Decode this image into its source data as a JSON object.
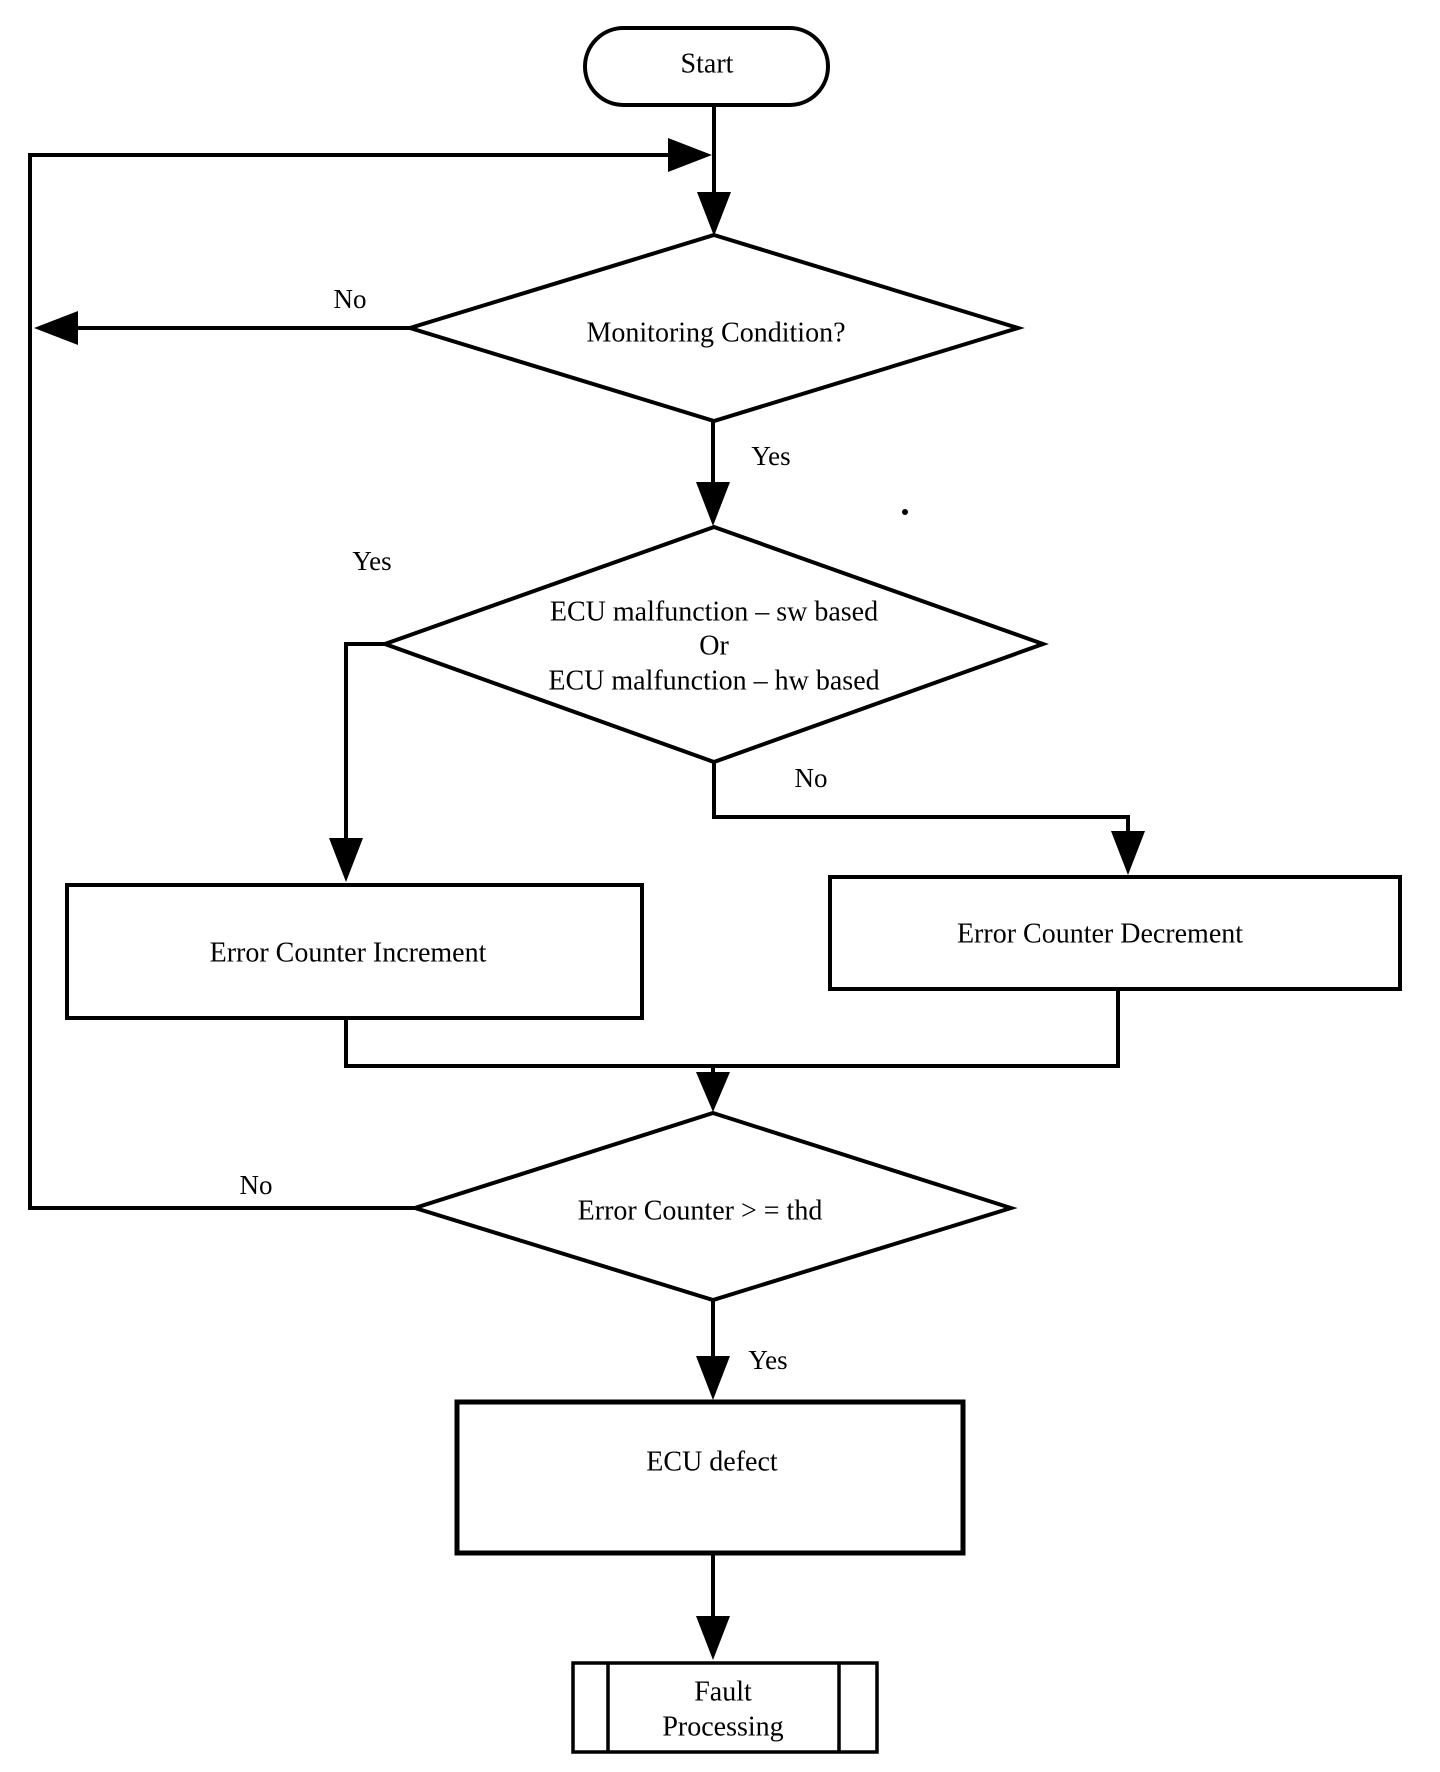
{
  "canvas": {
    "background": "#ffffff",
    "line_color": "#000000"
  },
  "nodes": {
    "start": {
      "type": "terminator",
      "label": "Start"
    },
    "monitoring_condition": {
      "type": "decision",
      "label": "Monitoring Condition?"
    },
    "ecu_malfunction_check": {
      "type": "decision",
      "lines": [
        "ECU malfunction – sw based",
        "Or",
        "ECU malfunction – hw based"
      ]
    },
    "error_counter_increment": {
      "type": "process",
      "label": "Error Counter Increment"
    },
    "error_counter_decrement": {
      "type": "process",
      "label": "Error Counter Decrement"
    },
    "error_counter_threshold": {
      "type": "decision",
      "label": "Error Counter > = thd"
    },
    "ecu_defect": {
      "type": "process",
      "label": "ECU defect"
    },
    "fault_processing": {
      "type": "predefined_process",
      "lines": [
        "Fault",
        "Processing"
      ]
    }
  },
  "edge_labels": {
    "monitoring_no": "No",
    "monitoring_yes": "Yes",
    "malfunction_yes": "Yes",
    "malfunction_no": "No",
    "threshold_no": "No",
    "threshold_yes": "Yes"
  }
}
